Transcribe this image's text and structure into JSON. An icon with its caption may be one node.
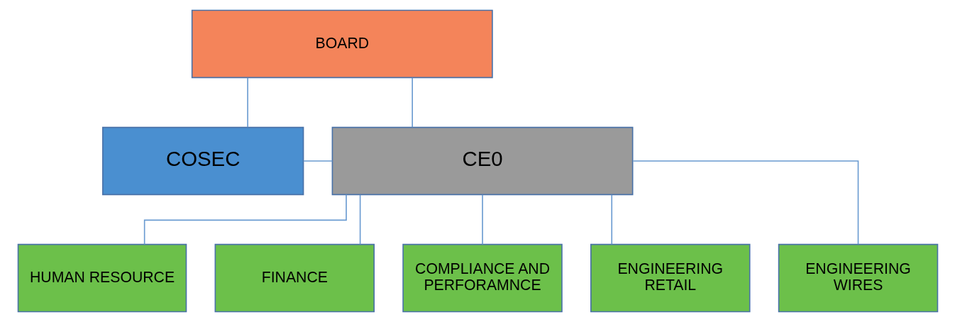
{
  "diagram": {
    "nodes": [
      {
        "text": [
          "BOARD"
        ]
      },
      {
        "text": [
          "COSEC"
        ]
      },
      {
        "text": [
          "CE0"
        ]
      },
      {
        "text": [
          "HUMAN RESOURCE"
        ]
      },
      {
        "text": [
          "FINANCE"
        ]
      },
      {
        "text": [
          "COMPLIANCE AND PERFORAMNCE"
        ]
      },
      {
        "text": [
          "ENGINEERING RETAIL"
        ]
      },
      {
        "text": [
          "ENGINEERING WIRES"
        ]
      }
    ],
    "edges": [
      {
        "from": 0,
        "to": 1,
        "arrow": "none"
      },
      {
        "from": 0,
        "to": 2,
        "arrow": "none"
      },
      {
        "from": 1,
        "to": 2,
        "arrow": "none"
      },
      {
        "from": 2,
        "to": 3,
        "arrow": "none"
      },
      {
        "from": 2,
        "to": 4,
        "arrow": "none"
      },
      {
        "from": 2,
        "to": 5,
        "arrow": "none"
      },
      {
        "from": 2,
        "to": 6,
        "arrow": "none"
      },
      {
        "from": 2,
        "to": 7,
        "arrow": "none"
      }
    ]
  }
}
